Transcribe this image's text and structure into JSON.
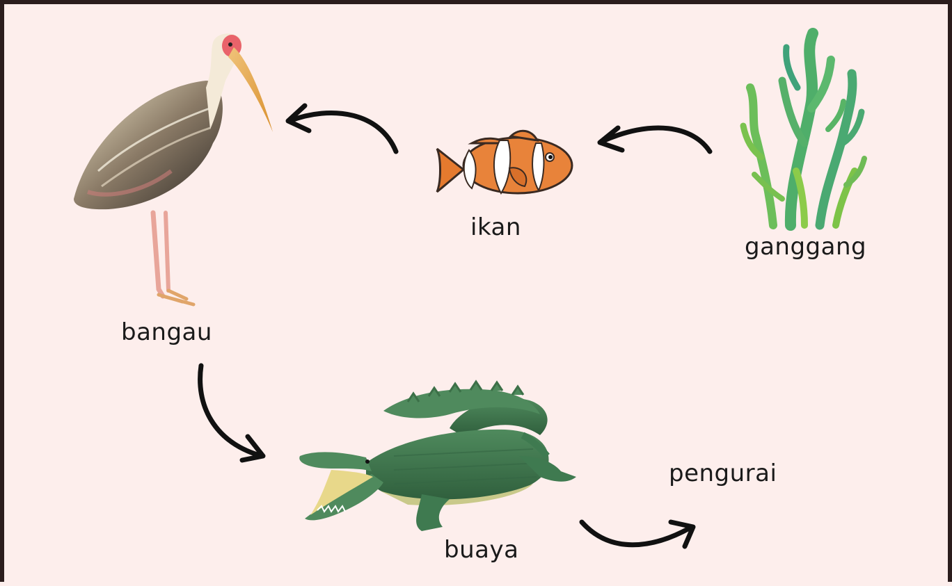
{
  "organisms": {
    "stork": {
      "label": "bangau",
      "icon": "stork-icon"
    },
    "fish": {
      "label": "ikan",
      "icon": "clownfish-icon"
    },
    "algae": {
      "label": "ganggang",
      "icon": "algae-icon"
    },
    "crocodile": {
      "label": "buaya",
      "icon": "crocodile-icon"
    },
    "decomposer": {
      "label": "pengurai"
    }
  },
  "colors": {
    "background": "#fdeeec",
    "border": "#2b1d1d",
    "arrow": "#111111"
  }
}
